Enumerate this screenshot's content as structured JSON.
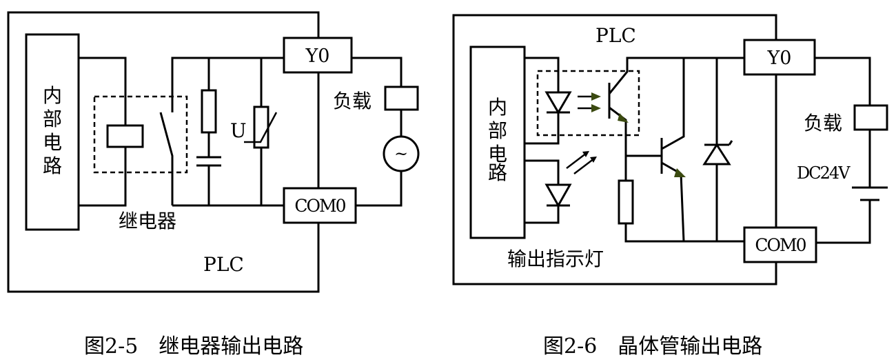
{
  "fig5": {
    "internal": [
      "内",
      "部",
      "电",
      "路"
    ],
    "y0": "Y0",
    "com0": "COM0",
    "load": "负载",
    "u": "U",
    "relay": "继电器",
    "plc": "PLC",
    "ac": "~",
    "caption": "图2-5　继电器输出电路"
  },
  "fig6": {
    "plc": "PLC",
    "internal": [
      "内",
      "部",
      "电",
      "路"
    ],
    "y0": "Y0",
    "com0": "COM0",
    "load": "负载",
    "dc": "DC24V",
    "indicator": "输出指示灯",
    "caption": "图2-6　晶体管输出电路"
  }
}
